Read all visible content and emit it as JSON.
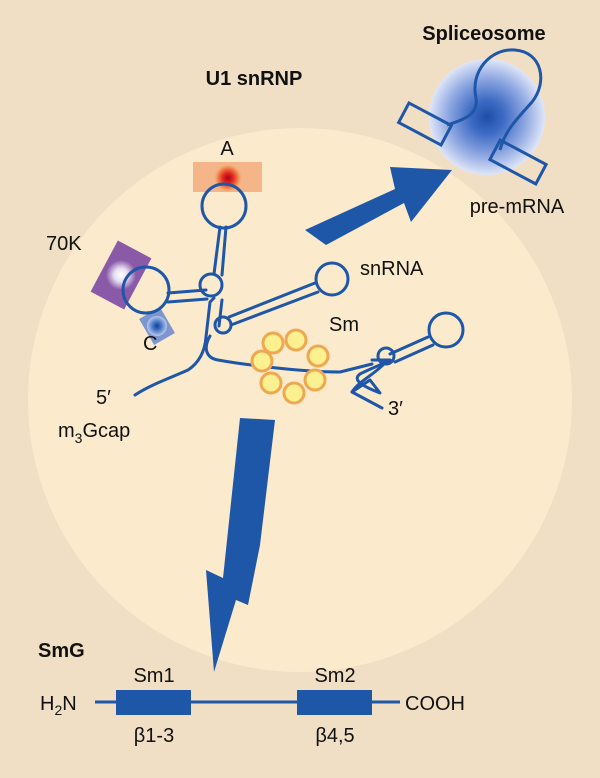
{
  "diagram": {
    "u1_title": "U1 snRNP",
    "spliceosome_title": "Spliceosome",
    "pre_mrna_label": "pre-mRNA",
    "snrna_label": "snRNA",
    "sm_label": "Sm",
    "a_label": "A",
    "k70_label": "70K",
    "c_label": "C",
    "five_prime_label": "5′",
    "three_prime_label": "3′",
    "cap_label_prefix": "m",
    "cap_label_sub": "3",
    "cap_label_suffix": "Gcap"
  },
  "smg": {
    "title": "SmG",
    "n_terminus_prefix": "H",
    "n_terminus_sub": "2",
    "n_terminus_suffix": "N",
    "c_terminus": "COOH",
    "domains": [
      {
        "name": "Sm1",
        "strands": "β1-3"
      },
      {
        "name": "Sm2",
        "strands": "β4,5"
      }
    ]
  },
  "colors": {
    "background": "#f1dfc5",
    "snrnp_disc": "#fbeacb",
    "rna_blue": "#1e56a8",
    "sm_ring_fill": "#fdf090",
    "sm_ring_stroke": "#f0a850",
    "protein_a": "#d82020",
    "protein_70k": "#8a5aa8"
  }
}
